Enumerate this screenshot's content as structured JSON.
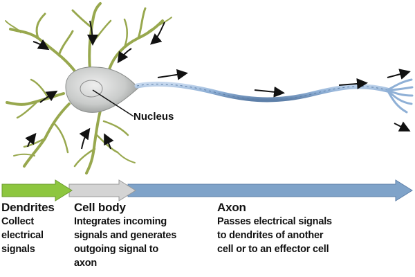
{
  "labels": {
    "nucleus": "Nucleus"
  },
  "sections": {
    "dendrites": {
      "title": "Dendrites",
      "desc_lines": [
        "Collect",
        "electrical",
        "signals"
      ],
      "color": "#8dc63f"
    },
    "cell_body": {
      "title": "Cell body",
      "desc_lines": [
        "Integrates incoming",
        "signals and generates",
        "outgoing signal to",
        "axon"
      ],
      "color": "#c8c8c8"
    },
    "axon": {
      "title": "Axon",
      "desc_lines": [
        "Passes electrical signals",
        "to dendrites of another",
        "cell or to an effector cell"
      ],
      "color": "#7fa3c9"
    }
  },
  "colors": {
    "dendrite_green": "#9aaa55",
    "soma_gray": "#cfd1d0",
    "axon_blue": "#8fb0d6",
    "arrow_black": "#111111"
  }
}
